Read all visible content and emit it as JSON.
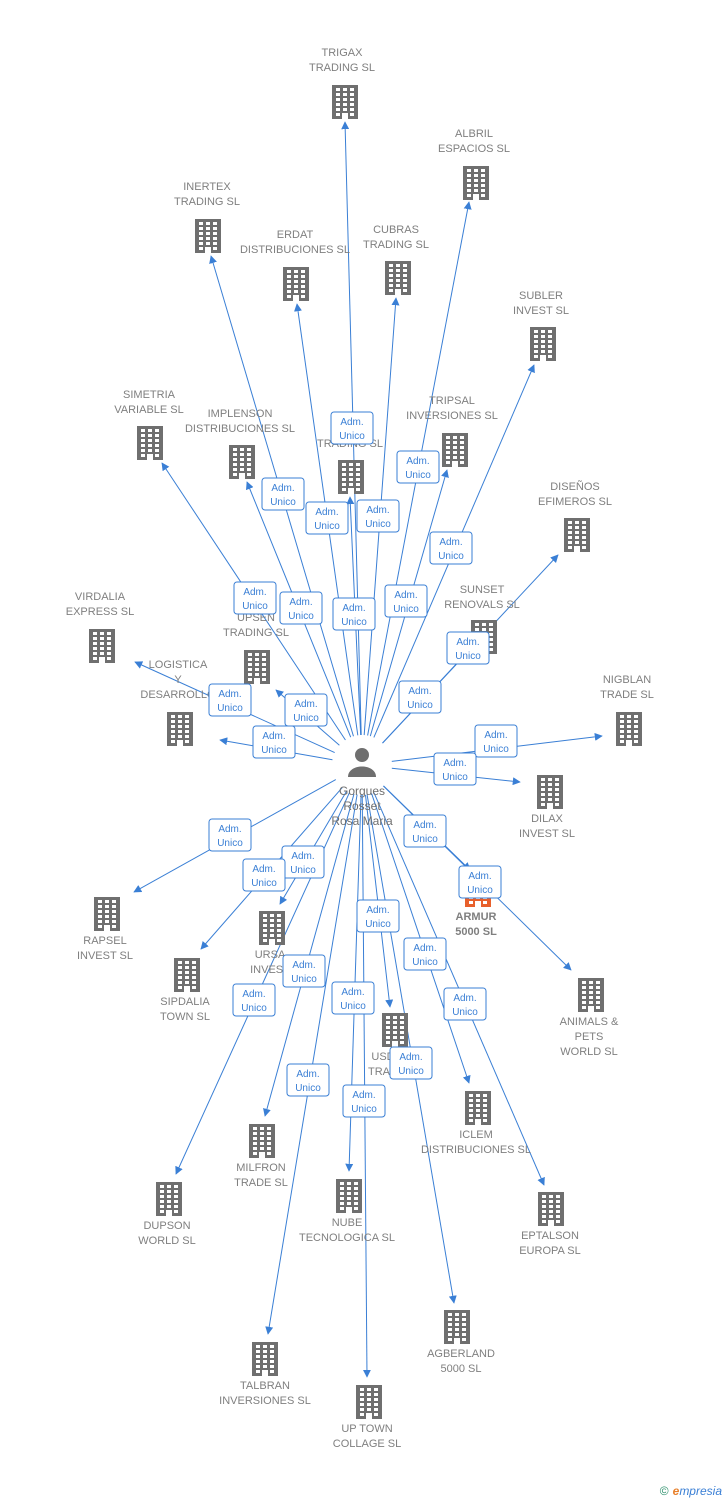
{
  "person": {
    "name": [
      "Gorgues",
      "Rosset",
      "Rosa Maria"
    ]
  },
  "relation_label": [
    "Adm.",
    "Unico"
  ],
  "companies": [
    {
      "id": "trigax",
      "name": [
        "TRIGAX",
        "TRADING SL"
      ]
    },
    {
      "id": "albril",
      "name": [
        "ALBRIL",
        "ESPACIOS SL"
      ]
    },
    {
      "id": "inertex",
      "name": [
        "INERTEX",
        "TRADING SL"
      ]
    },
    {
      "id": "erdat",
      "name": [
        "ERDAT",
        "DISTRIBUCIONES SL"
      ]
    },
    {
      "id": "cubras",
      "name": [
        "CUBRAS",
        "TRADING SL"
      ]
    },
    {
      "id": "subler",
      "name": [
        "SUBLER",
        "INVEST SL"
      ]
    },
    {
      "id": "simetria",
      "name": [
        "SIMETRIA",
        "VARIABLE SL"
      ]
    },
    {
      "id": "implenson",
      "name": [
        "IMPLENSON",
        "DISTRIBUCIONES SL"
      ]
    },
    {
      "id": "t-trading",
      "name": [
        "T",
        "TRADING SL"
      ]
    },
    {
      "id": "tripsal",
      "name": [
        "TRIPSAL",
        "INVERSIONES SL"
      ]
    },
    {
      "id": "disenos",
      "name": [
        "DISEÑOS",
        "EFIMEROS SL"
      ]
    },
    {
      "id": "virdalia",
      "name": [
        "VIRDALIA",
        "EXPRESS SL"
      ]
    },
    {
      "id": "upsen",
      "name": [
        "UPSEN",
        "TRADING SL"
      ]
    },
    {
      "id": "sunset",
      "name": [
        "SUNSET",
        "RENOVALS SL"
      ]
    },
    {
      "id": "logistica",
      "name": [
        "LOGISTICA",
        "Y",
        "DESARROLLO"
      ]
    },
    {
      "id": "nigblan",
      "name": [
        "NIGBLAN",
        "TRADE SL"
      ]
    },
    {
      "id": "dilax",
      "name": [
        "DILAX",
        "INVEST SL"
      ]
    },
    {
      "id": "armur",
      "name": [
        "ARMUR",
        "5000 SL"
      ],
      "highlight": true
    },
    {
      "id": "rapsel",
      "name": [
        "RAPSEL",
        "INVEST SL"
      ]
    },
    {
      "id": "ursa",
      "name": [
        "URSA",
        "INVEST"
      ]
    },
    {
      "id": "sipdalia",
      "name": [
        "SIPDALIA",
        "TOWN SL"
      ]
    },
    {
      "id": "animals",
      "name": [
        "ANIMALS &",
        "PETS",
        "WORLD SL"
      ]
    },
    {
      "id": "usd",
      "name": [
        "USD",
        "TRAD"
      ]
    },
    {
      "id": "iclem",
      "name": [
        "ICLEM",
        "DISTRIBUCIONES SL"
      ]
    },
    {
      "id": "milfron",
      "name": [
        "MILFRON",
        "TRADE SL"
      ]
    },
    {
      "id": "dupson",
      "name": [
        "DUPSON",
        "WORLD SL"
      ]
    },
    {
      "id": "nube",
      "name": [
        "NUBE",
        "TECNOLOGICA SL"
      ]
    },
    {
      "id": "eptalson",
      "name": [
        "EPTALSON",
        "EUROPA SL"
      ]
    },
    {
      "id": "agberland",
      "name": [
        "AGBERLAND",
        "5000 SL"
      ]
    },
    {
      "id": "talbran",
      "name": [
        "TALBRAN",
        "INVERSIONES SL"
      ]
    },
    {
      "id": "uptown",
      "name": [
        "UP TOWN",
        "COLLAGE SL"
      ]
    }
  ],
  "colors": {
    "edge": "#3a7fd5",
    "building": "#6f6f6f",
    "highlight": "#e8602c",
    "person": "#6f6f6f"
  },
  "footer": {
    "copyright": "©",
    "brand_initial": "e",
    "brand_rest": "mpresia"
  }
}
